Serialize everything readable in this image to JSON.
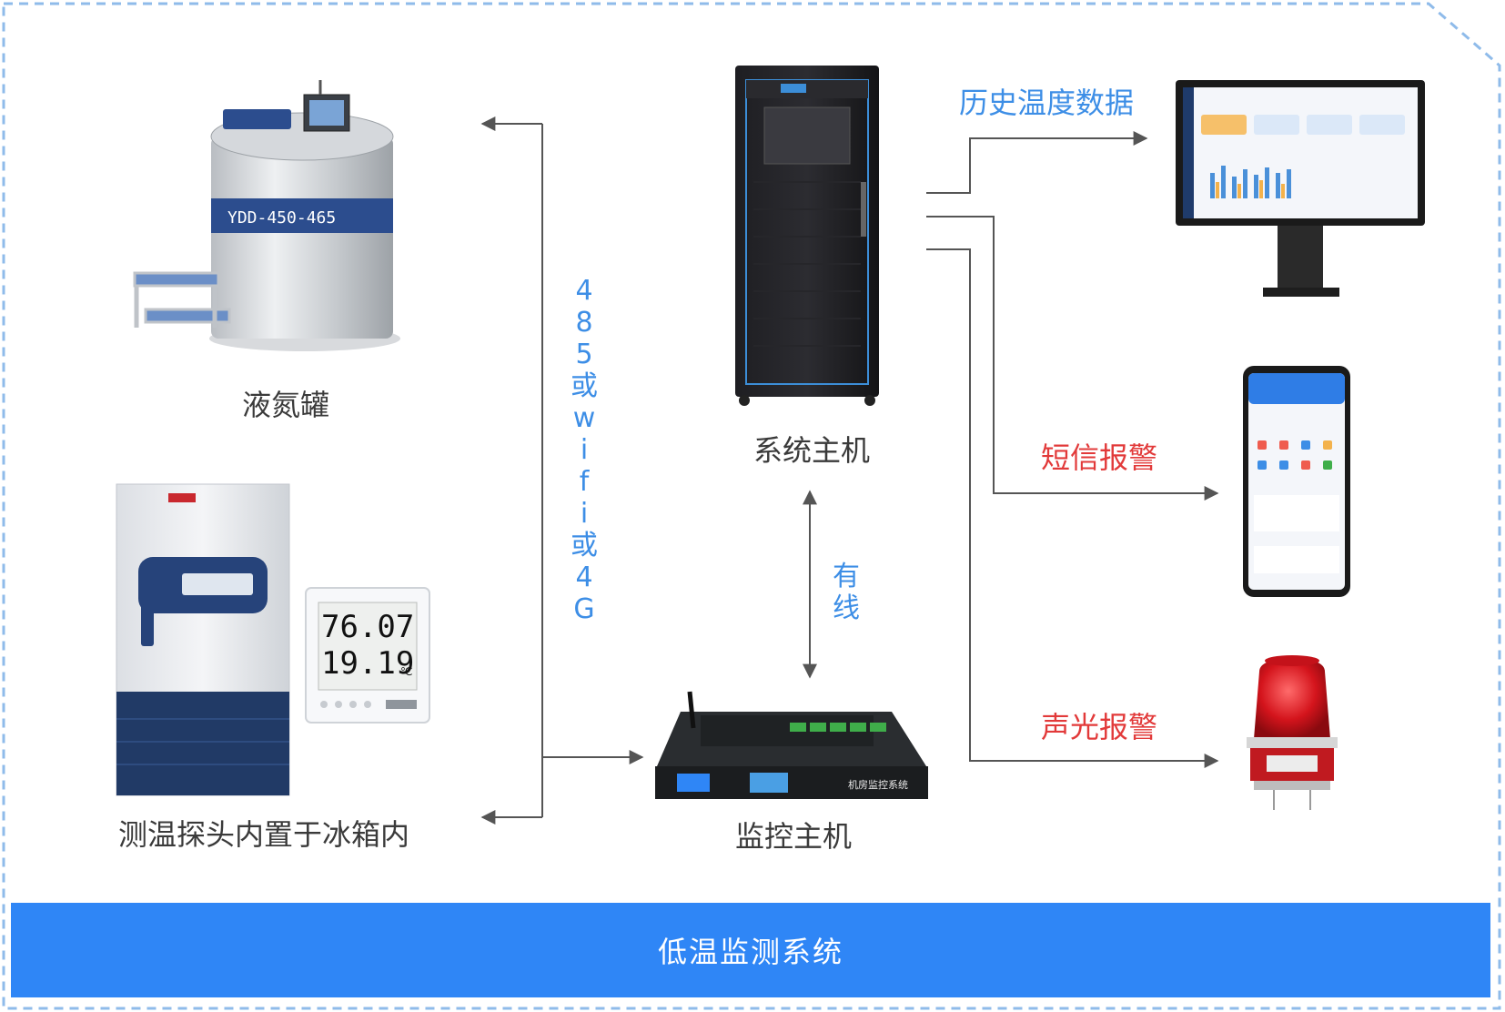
{
  "devices": {
    "ln2_tank": {
      "label": "液氮罐",
      "model_text": "YDD-450-465"
    },
    "freezer": {
      "label": "测温探头内置于冰箱内"
    },
    "sensor": {
      "humidity": "76.07",
      "temperature": "19.19",
      "unit": "℃"
    },
    "system_host": {
      "label": "系统主机"
    },
    "monitor_host": {
      "label": "监控主机",
      "panel_text": "机房监控系统"
    }
  },
  "connections": {
    "wireless_chars": [
      "4",
      "8",
      "5",
      "或",
      "w",
      "i",
      "f",
      "i",
      "或",
      "4",
      "G"
    ],
    "wired_chars": [
      "有",
      "线"
    ]
  },
  "outputs": {
    "history": "历史温度数据",
    "sms": "短信报警",
    "alarm": "声光报警"
  },
  "footer": {
    "title": "低温监测系统"
  },
  "colors": {
    "accent_blue": "#2f86f6",
    "label_blue": "#3d8ee6",
    "alarm_red": "#e23a3a",
    "line_gray": "#555555",
    "border_dash": "#8fbbea"
  },
  "icons": [
    "arrow-left-icon",
    "arrow-right-icon",
    "arrow-updown-icon"
  ]
}
